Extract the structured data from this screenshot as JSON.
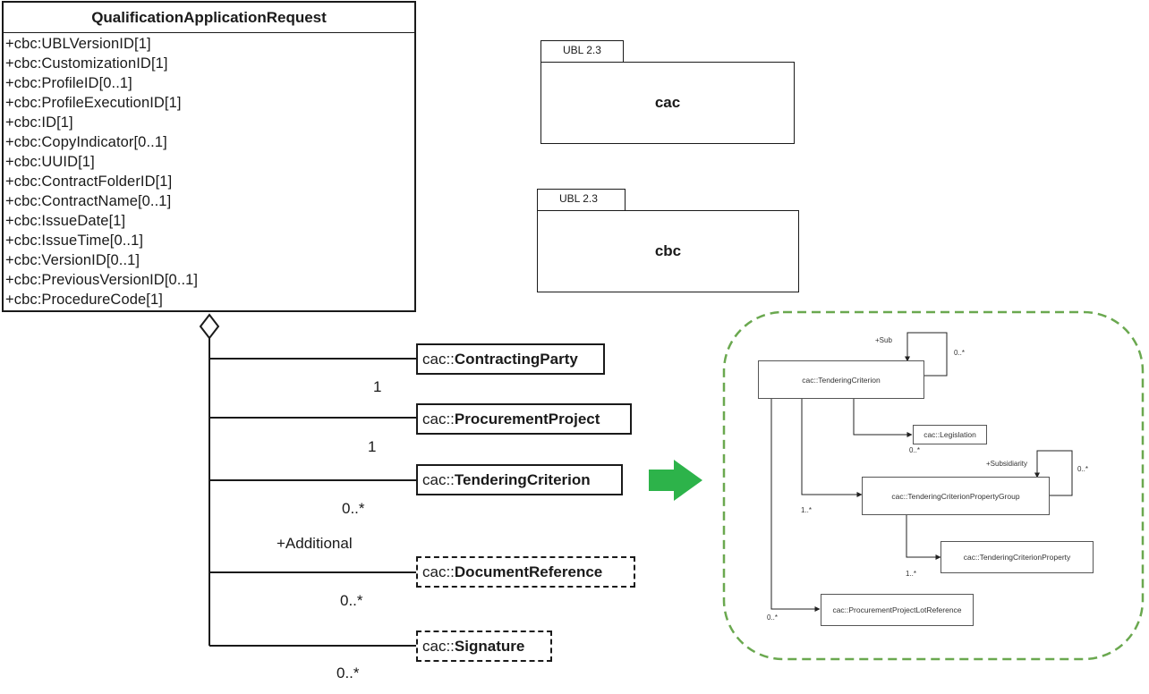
{
  "main_class": {
    "title": "QualificationApplicationRequest",
    "attributes": [
      "+cbc:UBLVersionID[1]",
      "+cbc:CustomizationID[1]",
      "+cbc:ProfileID[0..1]",
      "+cbc:ProfileExecutionID[1]",
      "+cbc:ID[1]",
      "+cbc:CopyIndicator[0..1]",
      "+cbc:UUID[1]",
      "+cbc:ContractFolderID[1]",
      "+cbc:ContractName[0..1]",
      "+cbc:IssueDate[1]",
      "+cbc:IssueTime[0..1]",
      "+cbc:VersionID[0..1]",
      "+cbc:PreviousVersionID[0..1]",
      "+cbc:ProcedureCode[1]"
    ]
  },
  "packages": [
    {
      "tab": "UBL 2.3",
      "name": "cac"
    },
    {
      "tab": "UBL 2.3",
      "name": "cbc"
    }
  ],
  "associations": [
    {
      "prefix": "cac::",
      "name": "ContractingParty",
      "multiplicity": "1",
      "role": "",
      "style": "solid"
    },
    {
      "prefix": "cac::",
      "name": "ProcurementProject",
      "multiplicity": "1",
      "role": "",
      "style": "solid"
    },
    {
      "prefix": "cac::",
      "name": "TenderingCriterion",
      "multiplicity": "0..*",
      "role": "",
      "style": "solid"
    },
    {
      "prefix": "cac::",
      "name": "DocumentReference",
      "multiplicity": "0..*",
      "role": "+Additional",
      "style": "dashed"
    },
    {
      "prefix": "cac::",
      "name": "Signature",
      "multiplicity": "0..*",
      "role": "",
      "style": "dashed"
    }
  ],
  "detail": {
    "classes": {
      "tendering_criterion": "cac::TenderingCriterion",
      "legislation": "cac::Legislation",
      "property_group": "cac::TenderingCriterionPropertyGroup",
      "property": "cac::TenderingCriterionProperty",
      "lot_reference": "cac::ProcurementProjectLotReference"
    },
    "labels": {
      "sub": "+Sub",
      "sub_mult": "0..*",
      "legislation_mult": "0..*",
      "subsidiarity": "+Subsidiarity",
      "subsidiarity_mult": "0..*",
      "group_mult": "1..*",
      "property_mult": "1..*",
      "lot_mult": "0..*"
    },
    "frame_color": "#6aa84f"
  },
  "arrow_color": "#2db34a"
}
